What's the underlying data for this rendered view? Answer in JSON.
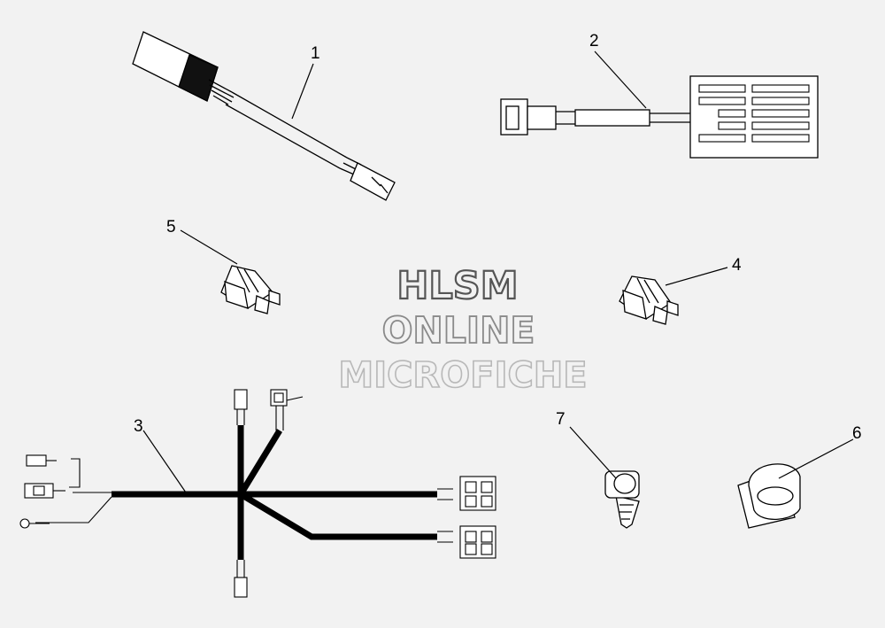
{
  "watermark": {
    "line1": "HLSM",
    "line2": "ONLINE",
    "line3": "MICROFICHE"
  },
  "callouts": [
    "1",
    "2",
    "3",
    "4",
    "5",
    "6",
    "7"
  ],
  "colors": {
    "background": "#f2f2f2",
    "line": "#000000",
    "watermark_dark": "#555555",
    "watermark_mid": "#8a8a8a",
    "watermark_light": "#b8b8b8"
  }
}
